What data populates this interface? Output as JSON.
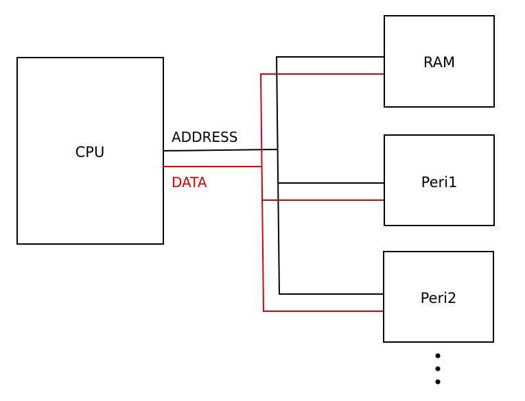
{
  "colors": {
    "address_line": "#000000",
    "data_line": "#e00000",
    "box_stroke": "#000000",
    "background": "#ffffff"
  },
  "diagram": {
    "cpu_label": "CPU",
    "address_label": "ADDRESS",
    "data_label": "DATA",
    "ram_label": "RAM",
    "peri1_label": "Peri1",
    "peri2_label": "Peri2",
    "continuation": "vertical-ellipsis"
  }
}
